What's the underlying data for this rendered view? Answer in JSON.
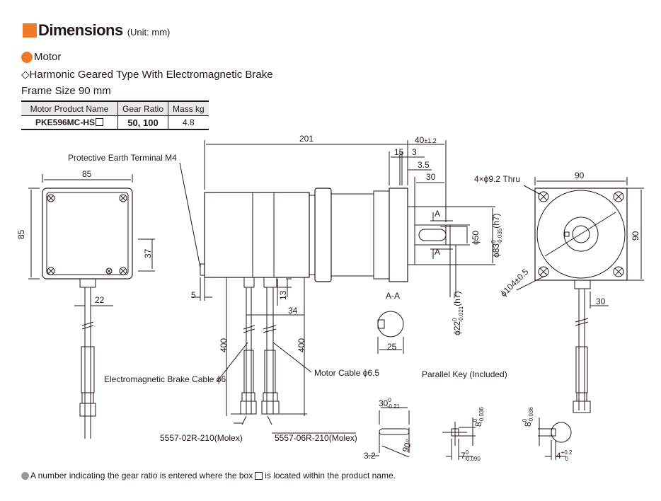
{
  "header": {
    "title": "Dimensions",
    "unit": "(Unit: mm)"
  },
  "section": {
    "category": "Motor",
    "type": "◇Harmonic Geared Type With Electromagnetic Brake",
    "frame": "Frame Size 90 mm"
  },
  "spec_table": {
    "headers": [
      "Motor Product Name",
      "Gear Ratio",
      "Mass kg"
    ],
    "row": {
      "product": "PKE596MC-HS",
      "gear_ratio": "50, 100",
      "mass": "4.8"
    }
  },
  "labels": {
    "pe_terminal": "Protective Earth Terminal M4",
    "brake_cable": "Electromagnetic Brake Cable ϕ6",
    "motor_cable": "Motor Cable ϕ6.5",
    "connector_brake": "5557-02R-210(Molex)",
    "connector_motor": "5557-06R-210(Molex)",
    "section_aa": "A-A",
    "section_a": "A",
    "parallel_key": "Parallel Key (Included)",
    "holes": "4×ϕ9.2 Thru",
    "pcd": "ϕ104±0.5",
    "d50": "ϕ50",
    "d83": "ϕ83",
    "d83_tol_upper": "0",
    "d83_tol_lower": "-0.035",
    "d83_fit": "(h7)",
    "d22": "ϕ22",
    "d22_tol_upper": "0",
    "d22_tol_lower": "-0.021",
    "d22_fit": "(h7)",
    "key_len": "30",
    "key_len_tol_upper": "0",
    "key_len_tol_lower": "-0.21",
    "key_w": "8",
    "key_w_tol_upper": "0",
    "key_w_tol_lower": "-0.036",
    "key_h": "7",
    "key_h_tol_upper": "0",
    "key_h_tol_lower": "-0.090",
    "keyway_w": "8",
    "keyway_w_tol_upper": "0",
    "keyway_w_tol_lower": "-0.036",
    "keyway_depth": "4",
    "keyway_depth_tol_upper": "+0.2",
    "keyway_depth_tol_lower": "0",
    "angle": "90°"
  },
  "dims": {
    "left_width": "85",
    "left_height": "85",
    "left_37": "37",
    "left_22": "22",
    "overall_201": "201",
    "flange_40": "40",
    "flange_40_tol": "±1.2",
    "d15": "15",
    "d3": "3",
    "d35": "3.5",
    "d30": "30",
    "d5": "5",
    "d13": "13",
    "d34": "34",
    "cable_400a": "400",
    "cable_400b": "400",
    "right_90w": "90",
    "right_90h": "90",
    "right_30": "30",
    "shaft_25": "25",
    "key_32": "3.2"
  },
  "footnote": {
    "before": "A number indicating the gear ratio is entered where the box",
    "after": "is located within the product name."
  }
}
